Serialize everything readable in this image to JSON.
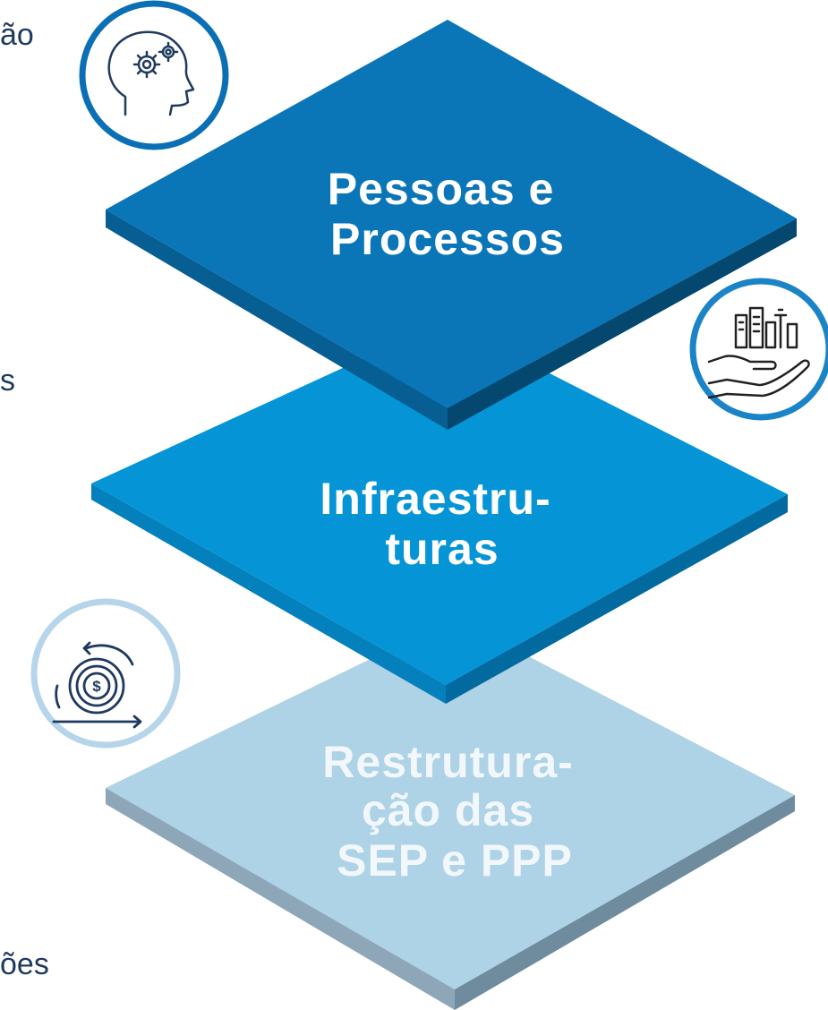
{
  "edge_texts": [
    "ão",
    "s",
    "ões"
  ],
  "layers": [
    {
      "lines": [
        "Pessoas e",
        "Processos"
      ],
      "color": "#0a76b8",
      "text_color": "#ffffff"
    },
    {
      "lines": [
        "Infraestru-",
        "turas"
      ],
      "color": "#0595d6",
      "text_color": "#ffffff"
    },
    {
      "lines": [
        "Restrutura-",
        "ção das",
        "SEP e PPP"
      ],
      "color": "#aed2e6",
      "text_color": "#f2f7fb"
    }
  ],
  "icons": [
    {
      "name": "head-gears-icon",
      "ring_color": "#0a6fb5"
    },
    {
      "name": "city-in-hand-icon",
      "ring_color": "#1a84c7"
    },
    {
      "name": "dollar-cycle-icon",
      "ring_color": "#b6d5ea"
    }
  ]
}
